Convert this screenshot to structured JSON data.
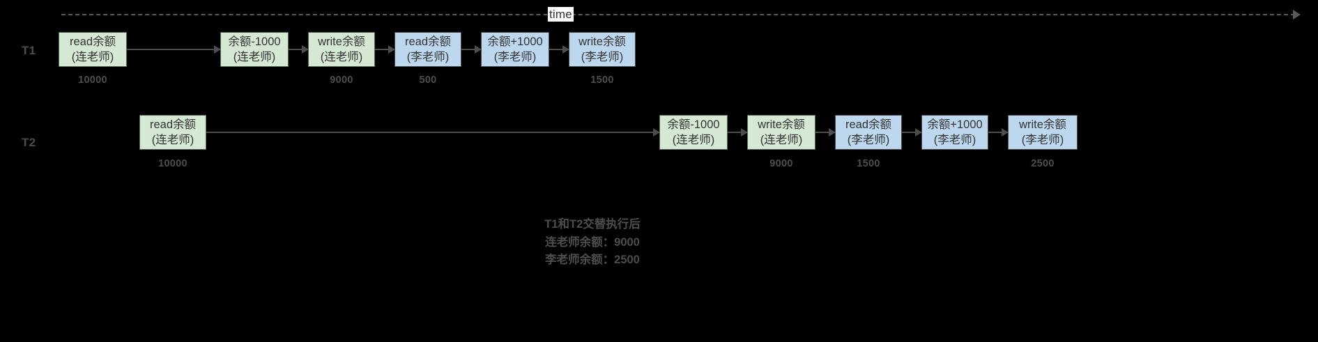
{
  "timeline": {
    "label": "time"
  },
  "lanes": [
    {
      "id": "T1",
      "label": "T1"
    },
    {
      "id": "T2",
      "label": "T2"
    }
  ],
  "t1_steps": [
    {
      "line1": "read余额",
      "line2": "(连老师)",
      "color": "green",
      "value": "10000"
    },
    {
      "line1": "余额-1000",
      "line2": "(连老师)",
      "color": "green",
      "value": ""
    },
    {
      "line1": "write余额",
      "line2": "(连老师)",
      "color": "green",
      "value": "9000"
    },
    {
      "line1": "read余额",
      "line2": "(李老师)",
      "color": "blue",
      "value": "500"
    },
    {
      "line1": "余额+1000",
      "line2": "(李老师)",
      "color": "blue",
      "value": ""
    },
    {
      "line1": "write余额",
      "line2": "(李老师)",
      "color": "blue",
      "value": "1500"
    }
  ],
  "t2_steps": [
    {
      "line1": "read余额",
      "line2": "(连老师)",
      "color": "green",
      "value": "10000"
    },
    {
      "line1": "余额-1000",
      "line2": "(连老师)",
      "color": "green",
      "value": ""
    },
    {
      "line1": "write余额",
      "line2": "(连老师)",
      "color": "green",
      "value": "9000"
    },
    {
      "line1": "read余额",
      "line2": "(李老师)",
      "color": "blue",
      "value": "1500"
    },
    {
      "line1": "余额+1000",
      "line2": "(李老师)",
      "color": "blue",
      "value": ""
    },
    {
      "line1": "write余额",
      "line2": "(李老师)",
      "color": "blue",
      "value": "2500"
    }
  ],
  "summary": {
    "line1": "T1和T2交替执行后",
    "line2": "连老师余额：9000",
    "line3": "李老师余额：2500"
  },
  "colors": {
    "green_fill": "#d5e8d4",
    "blue_fill": "#bdd7ee",
    "stroke": "#4d4d4d",
    "text": "#333333",
    "background": "#000000"
  }
}
